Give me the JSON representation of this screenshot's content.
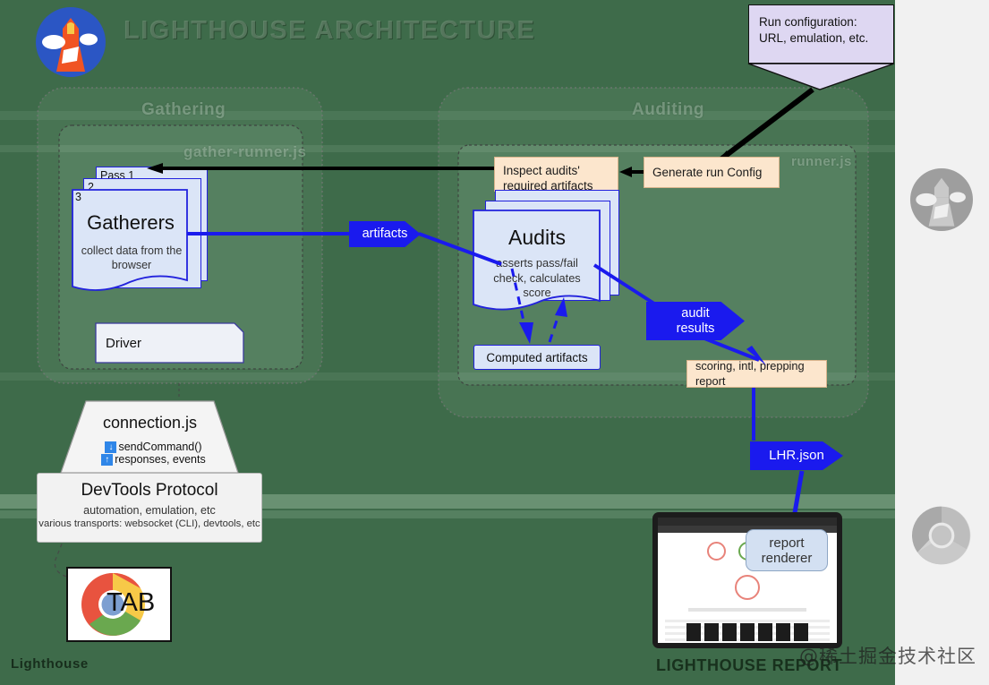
{
  "diagram": {
    "title": "LIGHTHOUSE ARCHITECTURE",
    "logo_icon": "lighthouse-logo-icon",
    "watermark": "@稀土掘金技术社区",
    "footer_label": "LIGHTHOUSE REPORT",
    "bottom_left_faded": "Lighthouse",
    "groups": [
      {
        "id": "gathering",
        "label": "Gathering",
        "sublabel": "gather-runner.js"
      },
      {
        "id": "auditing",
        "label": "Auditing",
        "sublabel": "runner.js"
      }
    ],
    "callout": {
      "text": "Run configuration: URL, emulation, etc."
    },
    "gatherers": {
      "pass_labels": [
        "Pass 1",
        "2",
        "3"
      ],
      "title": "Gatherers",
      "subtitle": "collect data from the browser"
    },
    "driver": {
      "label": "Driver"
    },
    "audits": {
      "title": "Audits",
      "subtitle": "asserts pass/fail check, calculates score"
    },
    "inspect_box": {
      "text": "Inspect audits' required artifacts"
    },
    "generate_box": {
      "text": "Generate run Config"
    },
    "computed_box": {
      "text": "Computed artifacts"
    },
    "scoring_box": {
      "text": "scoring, intl, prepping report"
    },
    "connection": {
      "title": "connection.js",
      "line1_icon": "arrow-down-icon",
      "line1": "sendCommand()",
      "line2_icon": "arrow-up-icon",
      "line2": "responses, events"
    },
    "devtools": {
      "title": "DevTools Protocol",
      "subtitle": "automation, emulation, etc",
      "detail": "various transports: websocket (CLI), devtools, etc"
    },
    "tab": {
      "label": "TAB",
      "icon": "chrome-logo-icon"
    },
    "report_renderer": {
      "line1": "report",
      "line2": "renderer"
    },
    "flows": [
      {
        "id": "artifacts-flow",
        "label": "artifacts"
      },
      {
        "id": "audit-results-flow",
        "label": "audit\nresults",
        "line1": "audit",
        "line2": "results"
      },
      {
        "id": "lhr-flow",
        "label": "LHR.json"
      }
    ],
    "rail_icons": [
      {
        "name": "lighthouse-icon-grey"
      },
      {
        "name": "chrome-icon-grey"
      }
    ],
    "colors": {
      "background": "#3e6b4a",
      "accent_blue": "#1a1aee",
      "card_blue": "#dbe5f7",
      "peach": "#fce6cd",
      "lilac": "#ded7f2"
    }
  }
}
